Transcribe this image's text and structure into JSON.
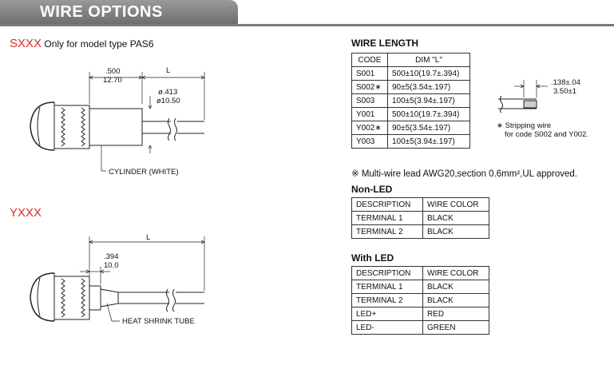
{
  "header": {
    "title": "WIRE OPTIONS"
  },
  "model_s": {
    "code": "SXXX",
    "desc": "Only for model type PAS6"
  },
  "model_y": {
    "code": "YXXX"
  },
  "drawing_s": {
    "dim_top_in": ".500",
    "dim_top_mm": "12.70",
    "dim_L": "L",
    "dia_in": "ø.413",
    "dia_mm": "ø10.50",
    "label": "CYLINDER (WHITE)"
  },
  "drawing_y": {
    "dim_L": "L",
    "dim_in": ".394",
    "dim_mm": "10.0",
    "label": "HEAT SHRINK TUBE"
  },
  "wire_length": {
    "title": "WIRE LENGTH",
    "headers": [
      "CODE",
      "DIM \"L\""
    ],
    "rows": [
      [
        "S001",
        "500±10(19.7±.394)"
      ],
      [
        "S002∗",
        "90±5(3.54±.197)"
      ],
      [
        "S003",
        "100±5(3.94±.197)"
      ],
      [
        "Y001",
        "500±10(19.7±.394)"
      ],
      [
        "Y002∗",
        "90±5(3.54±.197)"
      ],
      [
        "Y003",
        "100±5(3.94±.197)"
      ]
    ]
  },
  "stripping": {
    "dim_in": ".138±.04",
    "dim_mm": "3.50±1",
    "note_line1": "∗ Stripping wire",
    "note_line2": "for code S002 and Y002."
  },
  "multiwire_note": "※ Multi-wire lead AWG20,section 0.6mm²,UL approved.",
  "non_led": {
    "title": "Non-LED",
    "headers": [
      "DESCRIPTION",
      "WIRE COLOR"
    ],
    "rows": [
      [
        "TERMINAL 1",
        "BLACK"
      ],
      [
        "TERMINAL 2",
        "BLACK"
      ]
    ]
  },
  "with_led": {
    "title": "With LED",
    "headers": [
      "DESCRIPTION",
      "WIRE COLOR"
    ],
    "rows": [
      [
        "TERMINAL 1",
        "BLACK"
      ],
      [
        "TERMINAL 2",
        "BLACK"
      ],
      [
        "LED+",
        "RED"
      ],
      [
        "LED-",
        "GREEN"
      ]
    ]
  }
}
